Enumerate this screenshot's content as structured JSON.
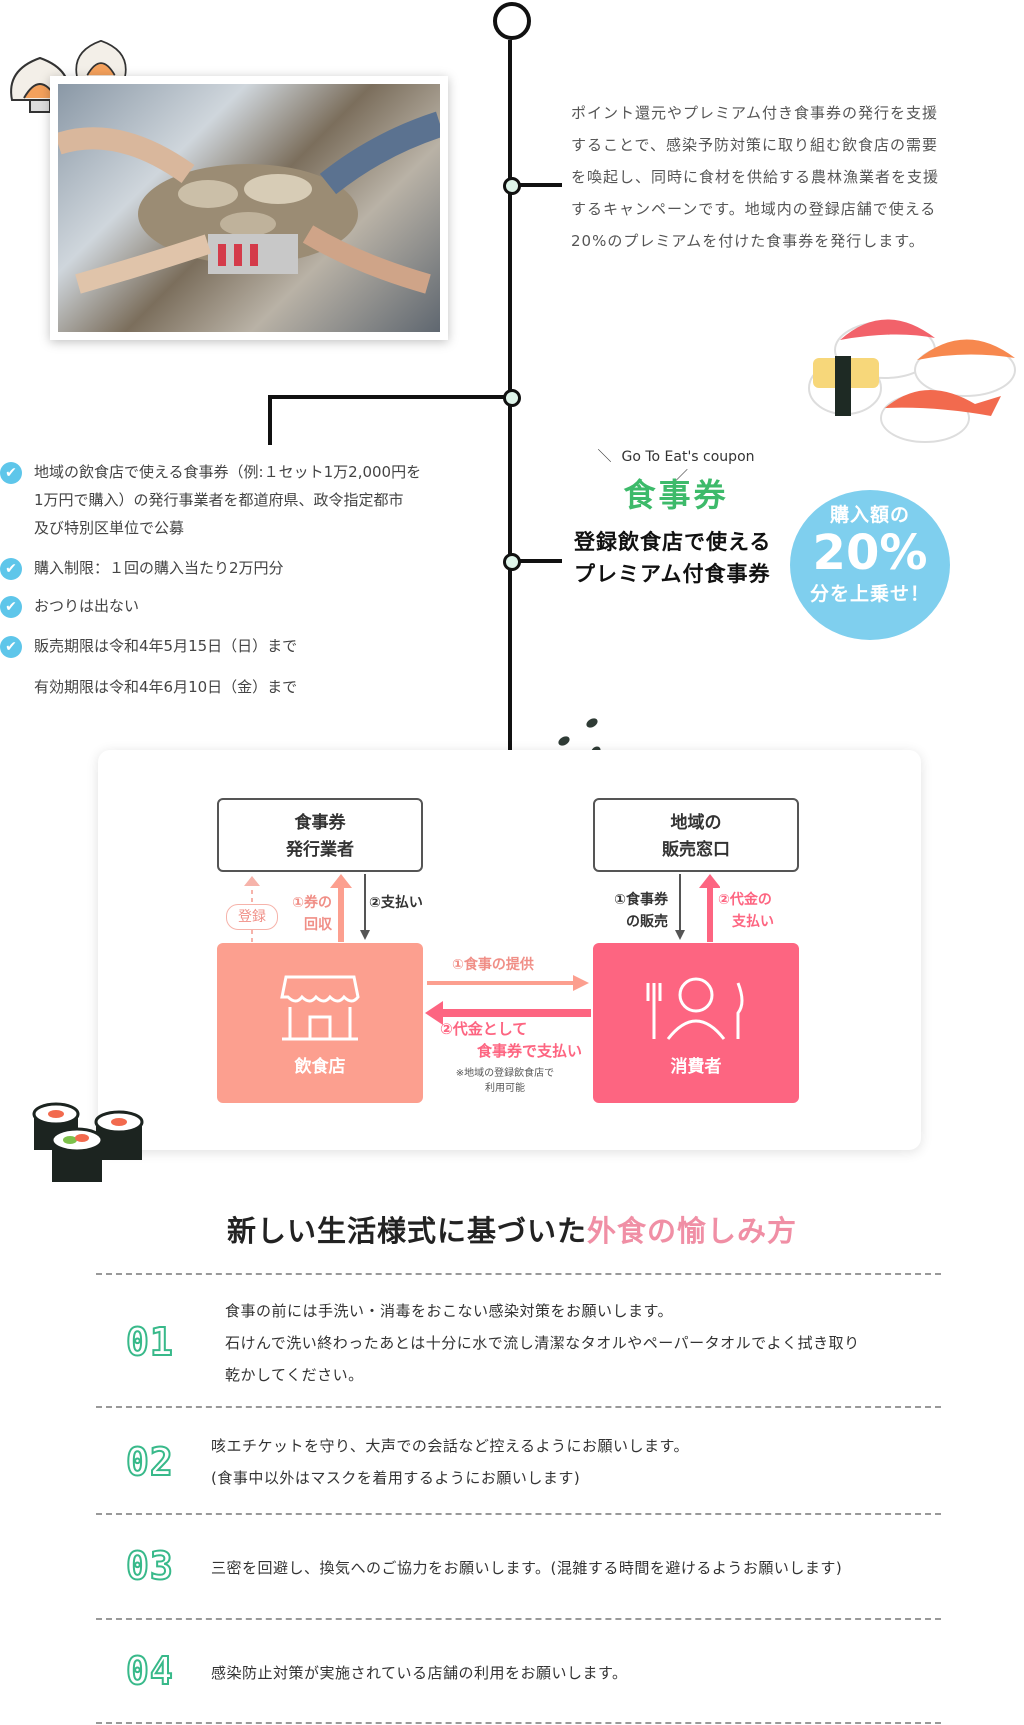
{
  "intro": {
    "lines": [
      "ポイント還元やプレミアム付き食事券の発行を支援",
      "することで、感染予防対策に取り組む飲食店の需要",
      "を喚起し、同時に食材を供給する農林漁業者を支援",
      "するキャンペーンです。地域内の登録店舗で使える",
      "20%のプレミアムを付けた食事券を発行します。"
    ]
  },
  "coupon": {
    "tag": "Go To Eat's coupon",
    "title": "食事券",
    "subtitle_line1": "登録飲食店で使える",
    "subtitle_line2": "プレミアム付食事券",
    "badge_top": "購入額の",
    "badge_value": "20%",
    "badge_bottom": "分を上乗せ！"
  },
  "conditions": {
    "items": [
      {
        "lines": [
          "地域の飲食店で使える食事券（例:１セット1万2,000円を",
          "1万円で購入）の発行事業者を都道府県、政令指定都市",
          "及び特別区単位で公募"
        ],
        "checked": true
      },
      {
        "lines": [
          "購入制限：１回の購入当たり2万円分"
        ],
        "checked": true
      },
      {
        "lines": [
          "おつりは出ない"
        ],
        "checked": true
      },
      {
        "lines": [
          "販売期限は令和4年5月15日（日）まで"
        ],
        "checked": true
      },
      {
        "lines": [
          "有効期限は令和4年6月10日（金）まで"
        ],
        "checked": false
      }
    ]
  },
  "flow": {
    "issuer_line1": "食事券",
    "issuer_line2": "発行業者",
    "window_line1": "地域の",
    "window_line2": "販売窓口",
    "register": "登録",
    "collect_line1": "①券の",
    "collect_line2": "回収",
    "pay": "②支払い",
    "sell_line1": "①食事券",
    "sell_line2": "の販売",
    "fee_line1": "②代金の",
    "fee_line2": "支払い",
    "provide": "①食事の提供",
    "pay_coupon_line1": "②代金として",
    "pay_coupon_line2": "食事券で支払い",
    "note_line1": "※地域の登録飲食店で",
    "note_line2": "利用可能",
    "restaurant": "飲食店",
    "consumer": "消費者",
    "colors": {
      "restaurant": "#fc9f8f",
      "consumer": "#fd6581",
      "pink_label": "#f08f87"
    }
  },
  "enjoy": {
    "title_plain": "新しい生活様式に基づいた",
    "title_accent": "外食の愉しみ方",
    "accent_color": "#f08fa5",
    "items": [
      {
        "num": "01",
        "lines": [
          "食事の前には手洗い・消毒をおこない感染対策をお願いします。",
          "石けんで洗い終わったあとは十分に水で流し清潔なタオルやペーパータオルでよく拭き取り",
          "乾かしてください。"
        ]
      },
      {
        "num": "02",
        "lines": [
          "咳エチケットを守り、大声での会話など控えるようにお願いします。",
          "(食事中以外はマスクを着用するようにお願いします)"
        ]
      },
      {
        "num": "03",
        "lines": [
          "三密を回避し、換気へのご協力をお願いします。(混雑する時間を避けるようお願いします)"
        ]
      },
      {
        "num": "04",
        "lines": [
          "感染防止対策が実施されている店舗の利用をお願いします。"
        ]
      }
    ]
  },
  "icons": {
    "shell": "scallop-shell-icon",
    "sushi": "nigiri-sushi-icon",
    "maki": "maki-roll-icon",
    "footprints": "footprints-icon",
    "shop": "shop-icon",
    "diner": "diner-icon",
    "check": "check-icon"
  }
}
